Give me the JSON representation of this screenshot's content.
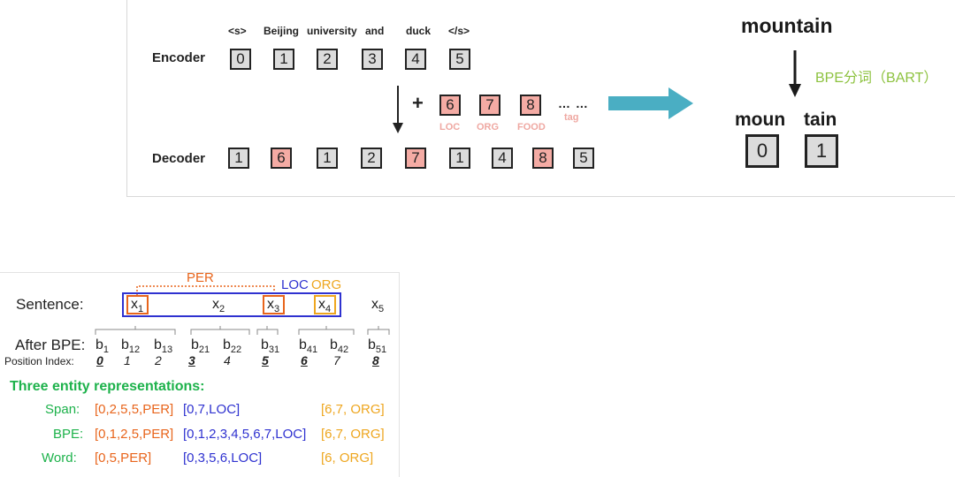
{
  "encoder": {
    "label": "Encoder",
    "tokens": [
      "<s>",
      "Beijing",
      "university",
      "and",
      "duck",
      "</s>"
    ],
    "ids": [
      "0",
      "1",
      "2",
      "3",
      "4",
      "5"
    ]
  },
  "tags": {
    "plus": "+",
    "ids": [
      "6",
      "7",
      "8"
    ],
    "names": [
      "LOC",
      "ORG",
      "FOOD"
    ],
    "more": "… …",
    "more_label": "tag"
  },
  "decoder": {
    "label": "Decoder",
    "ids": [
      "1",
      "6",
      "1",
      "2",
      "7",
      "1",
      "4",
      "8",
      "5"
    ]
  },
  "bpe_example": {
    "word": "mountain",
    "note": "BPE分词（BART）",
    "pieces": [
      "moun",
      "tain"
    ],
    "ids": [
      "0",
      "1"
    ]
  },
  "bottom": {
    "sentence_label": "Sentence:",
    "entity_labels": {
      "per": "PER",
      "loc": "LOC",
      "org": "ORG"
    },
    "after_bpe_label": "After BPE:",
    "position_label": "Position Index:",
    "positions": [
      "0",
      "1",
      "2",
      "3",
      "4",
      "5",
      "6",
      "7",
      "8"
    ],
    "title": "Three entity representations:",
    "rows": [
      {
        "label": "Span:",
        "per": "[0,2,5,5,PER]",
        "loc": "[0,7,LOC]",
        "org": "[6,7, ORG]"
      },
      {
        "label": "BPE:",
        "per": "[0,1,2,5,PER]",
        "loc": "[0,1,2,3,4,5,6,7,LOC]",
        "org": "[6,7, ORG]"
      },
      {
        "label": "Word:",
        "per": "[0,5,PER]",
        "loc": "[0,3,5,6,LOC]",
        "org": "[6, ORG]"
      }
    ]
  },
  "colors": {
    "gray_box": "#dcdcdc",
    "pink_box": "#f4aba4",
    "arrow": "#4aaec3",
    "green": "#8dc23f",
    "per": "#e8651c",
    "loc": "#2f32d0",
    "org": "#eea61f"
  }
}
